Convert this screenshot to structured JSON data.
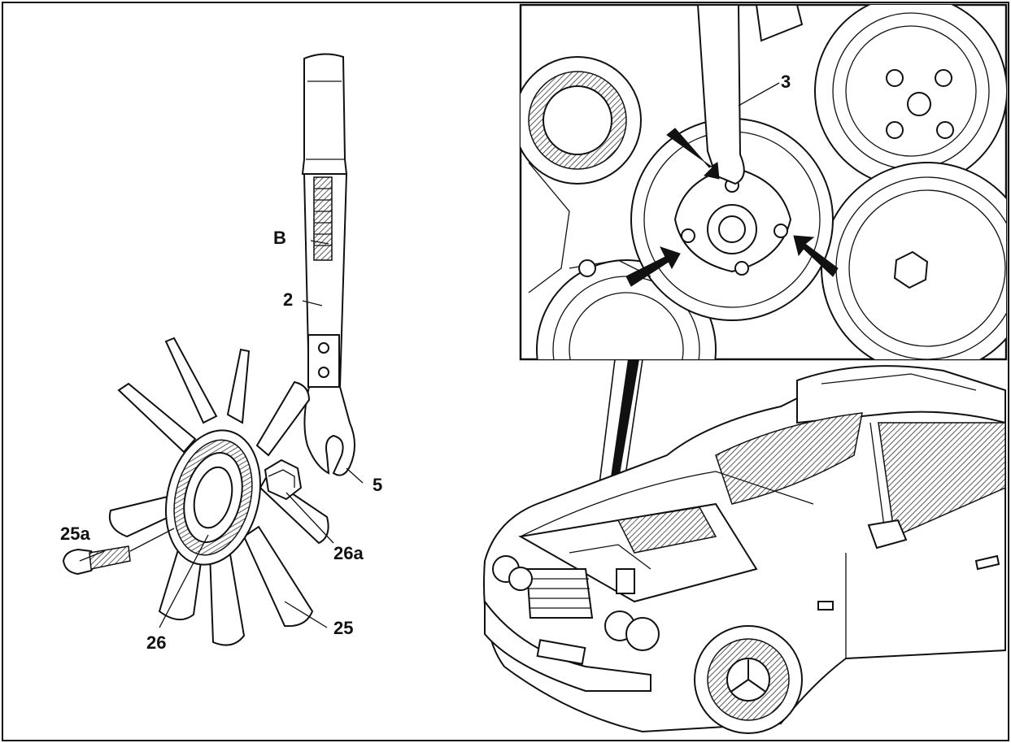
{
  "labels": {
    "B": "B",
    "n2": "2",
    "n3": "3",
    "n5": "5",
    "n25": "25",
    "n25a": "25a",
    "n26": "26",
    "n26a": "26a"
  },
  "colors": {
    "ink": "#111111",
    "paper": "#ffffff"
  }
}
